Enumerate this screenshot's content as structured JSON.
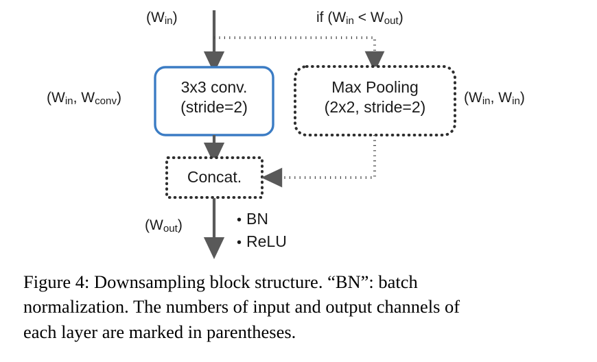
{
  "figure": {
    "background_color": "#ffffff",
    "accent_color": "#3b7cc4",
    "stroke_color": "#595959",
    "text_color": "#1a1a1a"
  },
  "diagram": {
    "title": "Downsampling block structure",
    "labels": {
      "input_channels": "(Win)",
      "input_channels_base": "(W",
      "condition": "if (Win < Wout)",
      "conv_io": "(Win, Wconv)",
      "pool_io": "(Win, Win)",
      "output_channels": "(Wout)"
    },
    "nodes": [
      {
        "id": "conv",
        "name": "conv-node",
        "line1": "3x3 conv.",
        "line2": "(stride=2)",
        "border": "solid",
        "border_color": "#3b7cc4",
        "io_label": "(Win, Wconv)"
      },
      {
        "id": "maxpool",
        "name": "maxpool-node",
        "line1": "Max Pooling",
        "line2": "(2x2, stride=2)",
        "border": "dotted",
        "border_color": "#333333",
        "io_label": "(Win, Win)"
      },
      {
        "id": "concat",
        "name": "concat-node",
        "line1": "Concat.",
        "line2": "",
        "border": "dotted",
        "border_color": "#333333",
        "io_label": ""
      }
    ],
    "annotations": [
      {
        "bullet": "•",
        "text": "BN"
      },
      {
        "bullet": "•",
        "text": "ReLU"
      }
    ],
    "edges": [
      {
        "from": "input",
        "to": "conv",
        "style": "solid",
        "arrow": true
      },
      {
        "from": "input",
        "to": "maxpool",
        "style": "dotted",
        "arrow": true,
        "condition": "if (Win < Wout)"
      },
      {
        "from": "conv",
        "to": "concat",
        "style": "solid",
        "arrow": true
      },
      {
        "from": "maxpool",
        "to": "concat",
        "style": "dotted",
        "arrow": true
      },
      {
        "from": "concat",
        "to": "output",
        "style": "solid",
        "arrow": true
      }
    ]
  },
  "caption": {
    "line1": "Figure 4:  Downsampling  block  structure.  “BN”:  batch",
    "line2": "normalization. The numbers of input and output channels of",
    "line3": "each layer are marked in parentheses.",
    "full": "Figure 4: Downsampling block structure. “BN”: batch normalization. The numbers of input and output channels of each layer are marked in parentheses."
  }
}
